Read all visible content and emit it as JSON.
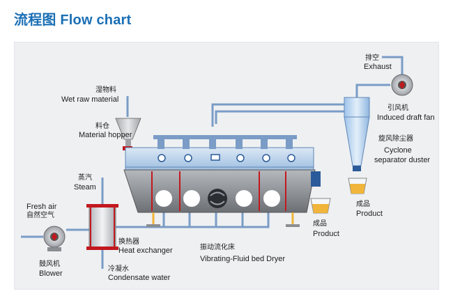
{
  "title": "流程图  Flow chart",
  "labels": {
    "wet_raw_zh": "湿物料",
    "wet_raw_en": "Wet raw material",
    "hopper_zh": "料仓",
    "hopper_en": "Material hopper",
    "steam_zh": "蒸汽",
    "steam_en": "Steam",
    "fresh_air_en": "Fresh air",
    "fresh_air_zh": "自然空气",
    "blower_zh": "鼓风机",
    "blower_en": "Blower",
    "hx_zh": "换热器",
    "hx_en": "Heat exchanger",
    "cond_zh": "冷凝水",
    "cond_en": "Condensate water",
    "dryer_zh": "振动流化床",
    "dryer_en": "Vibrating-Fluid bed Dryer",
    "product1_zh": "成品",
    "product1_en": "Product",
    "product2_zh": "成品",
    "product2_en": "Product",
    "exhaust_zh": "排空",
    "exhaust_en": "Exhaust",
    "fan_zh": "引风机",
    "fan_en": "Induced draft fan",
    "cyclone_zh": "旋风除尘器",
    "cyclone_en1": "Cyclone",
    "cyclone_en2": "separator duster"
  },
  "colors": {
    "title": "#1a6fb5",
    "panel": "#eef0f2",
    "pipe": "#7a9cc6",
    "body": "#8a8d92",
    "hood": "#a9c7e6",
    "heater": "#c2181e",
    "product": "#f0b53a"
  }
}
